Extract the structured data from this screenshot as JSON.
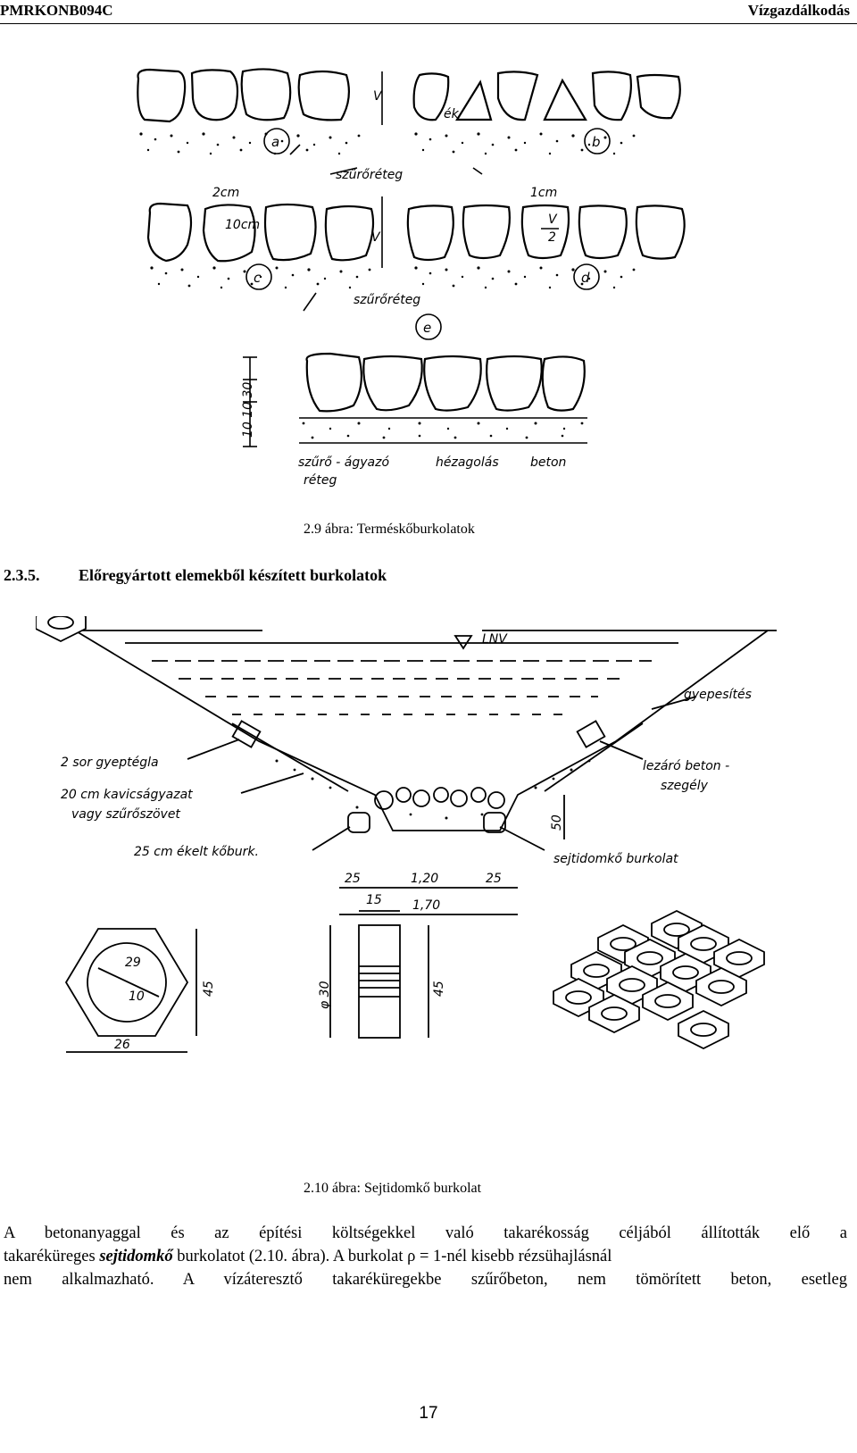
{
  "header": {
    "left": "PMRKONB094C",
    "right": "Vízgazdálkodás"
  },
  "figure1": {
    "caption": "2.9 ábra: Terméskőburkolatok",
    "labels": {
      "a": "a",
      "b": "b",
      "c": "c",
      "d": "d",
      "e": "e",
      "v": "V",
      "ek": "ék",
      "filter1": "szűrőréteg",
      "filter2": "szűrőréteg",
      "cm2": "2cm",
      "cm10": "10cm",
      "cm1": "1cm",
      "v2top": "V",
      "v2bot": "2",
      "dims": "10 10 30",
      "bed1": "szűrő - ágyazó",
      "bed2": "réteg",
      "joint": "hézagolás",
      "concrete": "beton"
    }
  },
  "section": {
    "number": "2.3.5.",
    "title": "Előregyártott elemekből készített burkolatok"
  },
  "figure2": {
    "caption": "2.10 ábra: Sejtidomkő burkolat",
    "labels": {
      "lnv": "LNV",
      "turf": "gyepesítés",
      "sod": "2 sor gyeptégla",
      "gravel1": "20 cm kavicságyazat",
      "gravel2": "vagy szűrőszövet",
      "stone": "25 cm ékelt kőburk.",
      "edge1": "lezáró beton -",
      "edge2": "szegély",
      "cell": "sejtidomkő burkolat",
      "d50": "50",
      "w25a": "25",
      "w120": "1,20",
      "w25b": "25",
      "w170": "1,70",
      "w15": "15",
      "phi30": "φ 30",
      "h45a": "45",
      "h45b": "45",
      "d29": "29",
      "d10": "10",
      "w26": "26"
    }
  },
  "paragraph": {
    "line1": "A betonanyaggal és az építési költségekkel való takarékosság céljából állították elő a",
    "line2a": "takaréküreges ",
    "line2b": "sejtidomkő",
    "line2c": " burkolatot (2.10. ábra). A burkolat ρ = 1-nél kisebb rézsühajlásnál",
    "line3": "nem alkalmazható. A vízáteresztő takaréküregekbe szűrőbeton, nem tömörített beton, esetleg"
  },
  "page_number": "17"
}
